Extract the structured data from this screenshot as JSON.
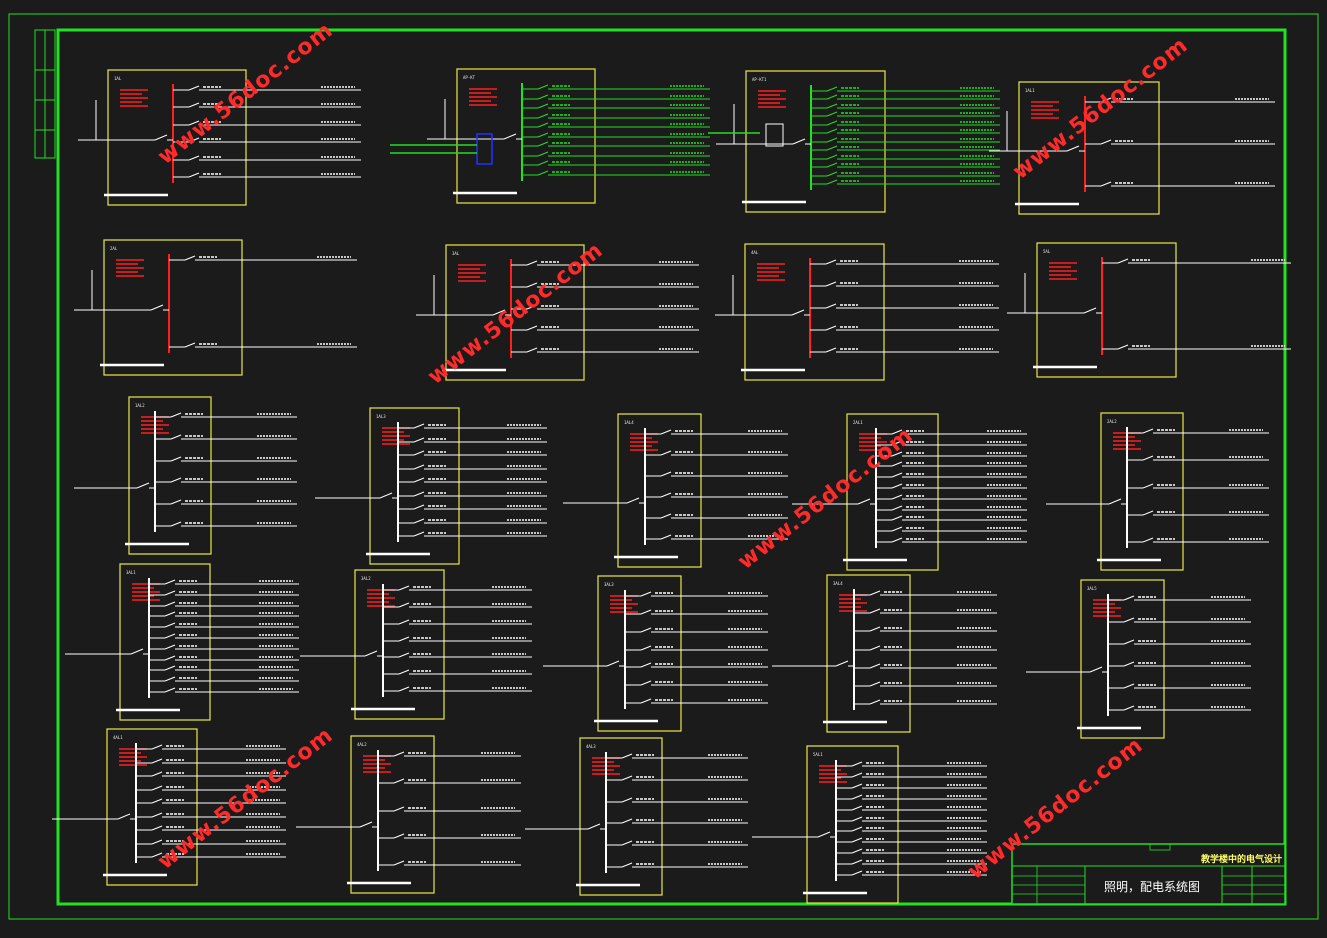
{
  "drawing": {
    "project_title": "教学楼中的电气设计",
    "sheet_title": "照明，配电系统图",
    "watermark_text": "www.56doc.com",
    "colors": {
      "background": "#1b1b1b",
      "border": "#22e022",
      "panel": "#e8e84a",
      "busbar": "#ff2020",
      "circuit": "#ffffff",
      "watermark": "#ff2a2a",
      "green_lines": "#22e022",
      "blue_box": "#2233ff"
    }
  },
  "panels": [
    {
      "label": "1AL",
      "circuits": 6,
      "bus": "red"
    },
    {
      "label": "AP-KT",
      "circuits": 10,
      "bus": "green"
    },
    {
      "label": "AP-KT1",
      "circuits": 12,
      "bus": "green"
    },
    {
      "label": "1AL1",
      "circuits": 3,
      "bus": "red"
    },
    {
      "label": "2AL",
      "circuits": 2,
      "bus": "red"
    },
    {
      "label": "3AL",
      "circuits": 5,
      "bus": "red"
    },
    {
      "label": "4AL",
      "circuits": 5,
      "bus": "red"
    },
    {
      "label": "5AL",
      "circuits": 2,
      "bus": "red"
    },
    {
      "label": "1AL2",
      "circuits": 6,
      "bus": "white"
    },
    {
      "label": "1AL3",
      "circuits": 9,
      "bus": "white"
    },
    {
      "label": "1AL4",
      "circuits": 6,
      "bus": "white"
    },
    {
      "label": "2AL1",
      "circuits": 11,
      "bus": "white"
    },
    {
      "label": "2AL2",
      "circuits": 5,
      "bus": "white"
    },
    {
      "label": "3AL1",
      "circuits": 11,
      "bus": "white"
    },
    {
      "label": "3AL2",
      "circuits": 7,
      "bus": "white"
    },
    {
      "label": "3AL3",
      "circuits": 7,
      "bus": "white"
    },
    {
      "label": "3AL4",
      "circuits": 7,
      "bus": "white"
    },
    {
      "label": "3AL5",
      "circuits": 6,
      "bus": "white"
    },
    {
      "label": "4AL1",
      "circuits": 9,
      "bus": "white"
    },
    {
      "label": "4AL2",
      "circuits": 5,
      "bus": "white"
    },
    {
      "label": "4AL3",
      "circuits": 6,
      "bus": "white"
    },
    {
      "label": "5AL1",
      "circuits": 11,
      "bus": "white"
    }
  ]
}
